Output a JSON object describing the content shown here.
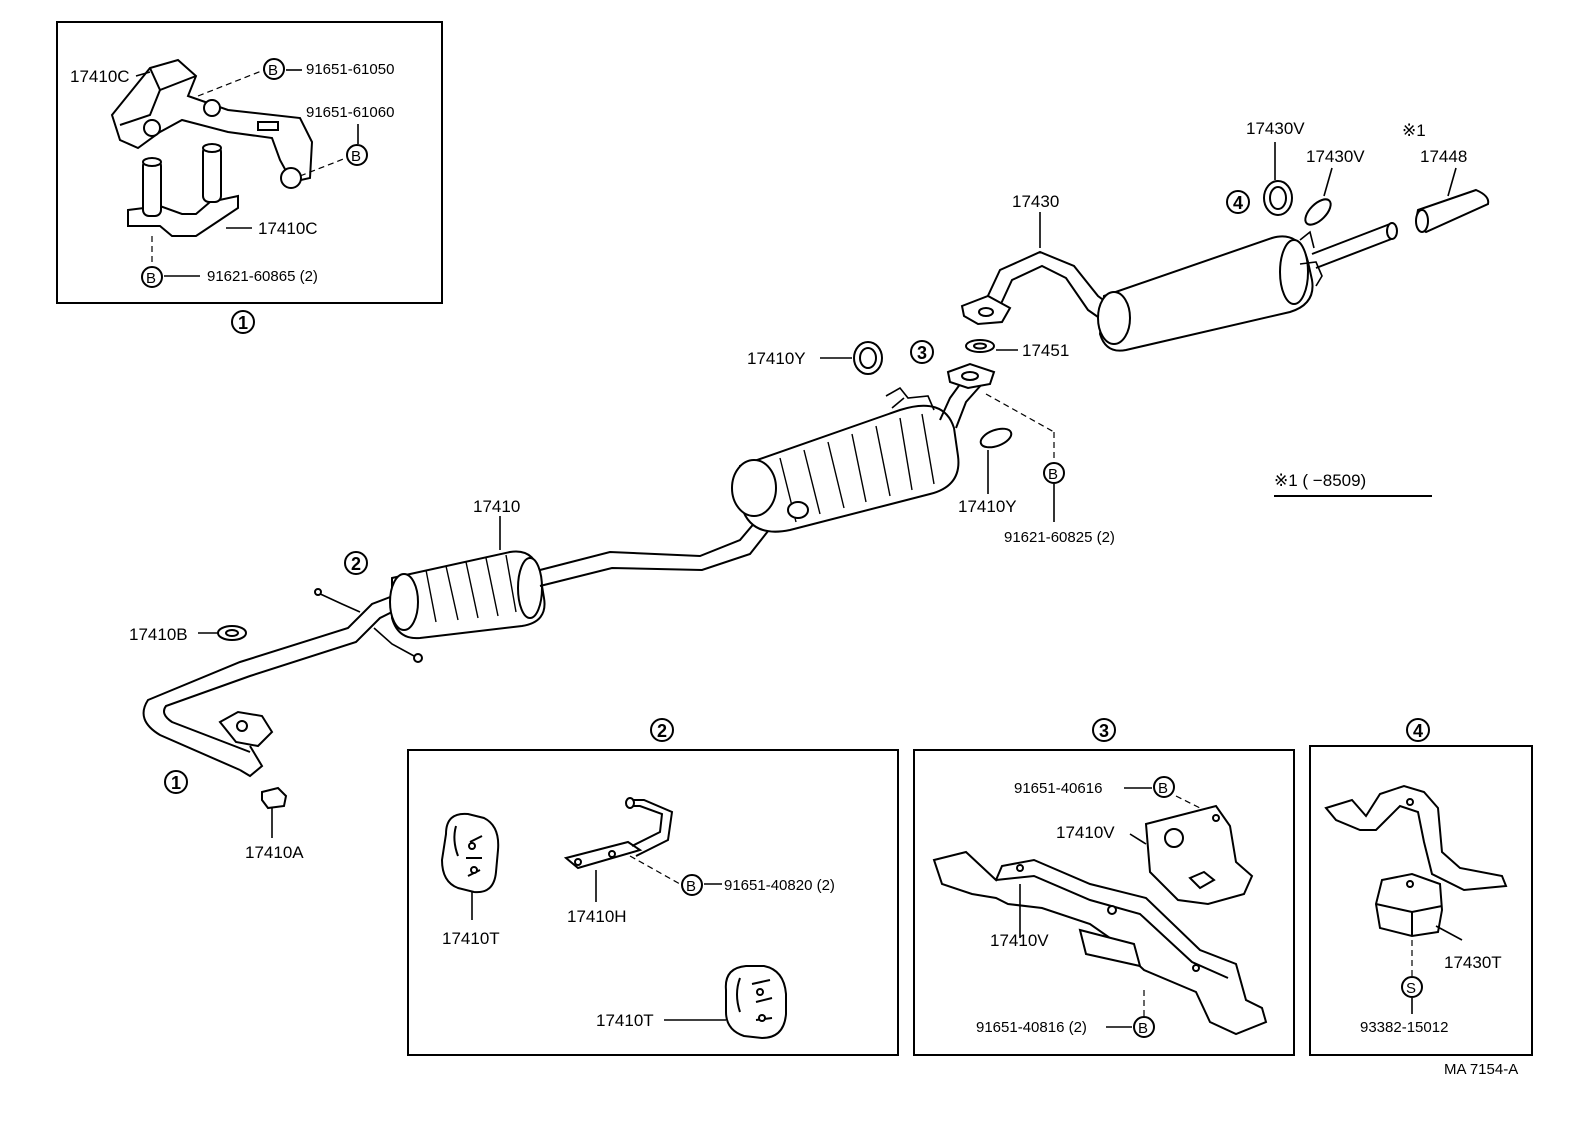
{
  "labels": {
    "l_17410C_top": "17410C",
    "l_91651_61050": "91651-61050",
    "l_91651_61060": "91651-61060",
    "l_17410C_mid": "17410C",
    "l_91621_60865": "91621-60865 (2)",
    "l_17430V_a": "17430V",
    "l_17430V_b": "17430V",
    "l_note1_mark": "※1",
    "l_17448": "17448",
    "l_17430": "17430",
    "l_17410Y_a": "17410Y",
    "l_17451": "17451",
    "l_17410Y_b": "17410Y",
    "l_91621_60825": "91621-60825 (2)",
    "l_note1_range": "※1 (      −8509)",
    "l_17410": "17410",
    "l_17410B": "17410B",
    "l_17410A": "17410A",
    "l_91651_40616": "91651-40616",
    "l_17410V_a": "17410V",
    "l_17410V_b": "17410V",
    "l_91651_40816": "91651-40816 (2)",
    "l_17410T_a": "17410T",
    "l_17410H": "17410H",
    "l_91651_40820": "91651-40820 (2)",
    "l_17410T_b": "17410T",
    "l_17430T": "17430T",
    "l_93382_15012": "93382-15012",
    "l_drawing_code": "MA  7154-A"
  },
  "callouts": {
    "c1": "1",
    "c2": "2",
    "c3": "3",
    "c4": "4"
  },
  "fastener_marks": {
    "b": "B",
    "s": "S"
  }
}
